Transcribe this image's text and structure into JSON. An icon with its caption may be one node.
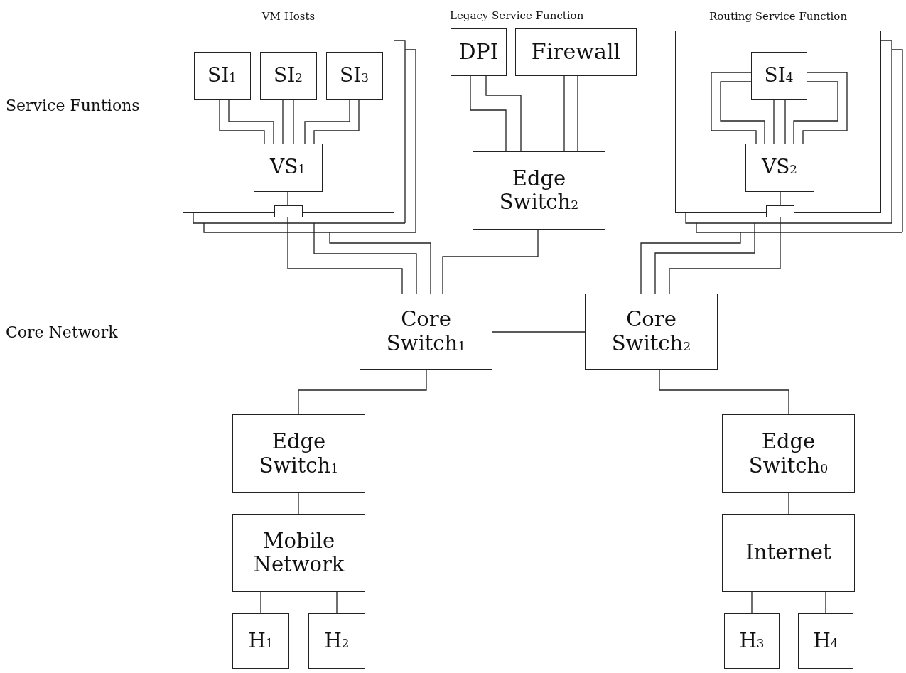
{
  "diagram": {
    "nodes": [
      {
        "text": [
          "VM Hosts"
        ]
      },
      {
        "text": [
          "SI$_{1}$"
        ],
        "in": 0
      },
      {
        "text": [
          "SI$_{2}$"
        ],
        "in": 0
      },
      {
        "text": [
          "SI$_{3}$"
        ],
        "in": 0
      },
      {
        "text": [
          "VS$_{1}$"
        ],
        "in": 0
      },
      {
        "text": [],
        "shape": "box",
        "in": 0
      },
      {
        "text": [
          "DPI"
        ]
      },
      {
        "text": [
          "Firewall"
        ]
      },
      {
        "text": [
          "Edge Switch$_{2}$"
        ]
      },
      {
        "text": [
          "Routing Service Function"
        ]
      },
      {
        "text": [
          "SI$_{4}$"
        ],
        "in": 9
      },
      {
        "text": [
          "VS$_{2}$"
        ],
        "in": 9
      },
      {
        "text": [],
        "shape": "box",
        "in": 9
      },
      {
        "text": [
          "Core Switch$_{1}$"
        ]
      },
      {
        "text": [
          "Core Switch$_{2}$"
        ]
      },
      {
        "text": [
          "Edge Switch$_{1}$"
        ]
      },
      {
        "text": [
          "Edge Switch$_{0}$"
        ]
      },
      {
        "text": [
          "Mobile Network"
        ]
      },
      {
        "text": [
          "Internet"
        ]
      },
      {
        "text": [
          "H$_{1}$"
        ]
      },
      {
        "text": [
          "H$_{2}$"
        ]
      },
      {
        "text": [
          "H$_{3}$"
        ]
      },
      {
        "text": [
          "H$_{4}$"
        ]
      }
    ],
    "edges": [
      {
        "from": 1,
        "to": 4,
        "arrow": "none"
      },
      {
        "from": 1,
        "to": 4,
        "arrow": "none"
      },
      {
        "from": 2,
        "to": 4,
        "arrow": "none"
      },
      {
        "from": 2,
        "to": 4,
        "arrow": "none"
      },
      {
        "from": 3,
        "to": 4,
        "arrow": "none"
      },
      {
        "from": 3,
        "to": 4,
        "arrow": "none"
      },
      {
        "from": 4,
        "to": 5,
        "arrow": "none"
      },
      {
        "from": 5,
        "to": 13,
        "arrow": "none"
      },
      {
        "from": 0,
        "to": 13,
        "arrow": "none"
      },
      {
        "from": 0,
        "to": 13,
        "arrow": "none"
      },
      {
        "from": 6,
        "to": 8,
        "arrow": "none"
      },
      {
        "from": 6,
        "to": 8,
        "arrow": "none"
      },
      {
        "from": 7,
        "to": 8,
        "arrow": "none"
      },
      {
        "from": 7,
        "to": 8,
        "arrow": "none"
      },
      {
        "from": 8,
        "to": 13,
        "arrow": "none"
      },
      {
        "from": 10,
        "to": 11,
        "arrow": "none"
      },
      {
        "from": 10,
        "to": 11,
        "arrow": "none"
      },
      {
        "from": 10,
        "to": 11,
        "arrow": "none"
      },
      {
        "from": 10,
        "to": 11,
        "arrow": "none"
      },
      {
        "from": 10,
        "to": 11,
        "arrow": "none"
      },
      {
        "from": 10,
        "to": 11,
        "arrow": "none"
      },
      {
        "from": 11,
        "to": 12,
        "arrow": "none"
      },
      {
        "from": 12,
        "to": 14,
        "arrow": "none"
      },
      {
        "from": 9,
        "to": 14,
        "arrow": "none"
      },
      {
        "from": 9,
        "to": 14,
        "arrow": "none"
      },
      {
        "from": 13,
        "to": 14,
        "arrow": "none"
      },
      {
        "from": 13,
        "to": 15,
        "arrow": "none"
      },
      {
        "from": 14,
        "to": 16,
        "arrow": "none"
      },
      {
        "from": 15,
        "to": 17,
        "arrow": "none"
      },
      {
        "from": 16,
        "to": 18,
        "arrow": "none"
      },
      {
        "from": 17,
        "to": 19,
        "arrow": "none"
      },
      {
        "from": 17,
        "to": 20,
        "arrow": "none"
      },
      {
        "from": 18,
        "to": 21,
        "arrow": "none"
      },
      {
        "from": 18,
        "to": 22,
        "arrow": "none"
      }
    ],
    "labels": [
      "Service Funtions",
      "Legacy Service Function",
      "Core Network"
    ]
  }
}
